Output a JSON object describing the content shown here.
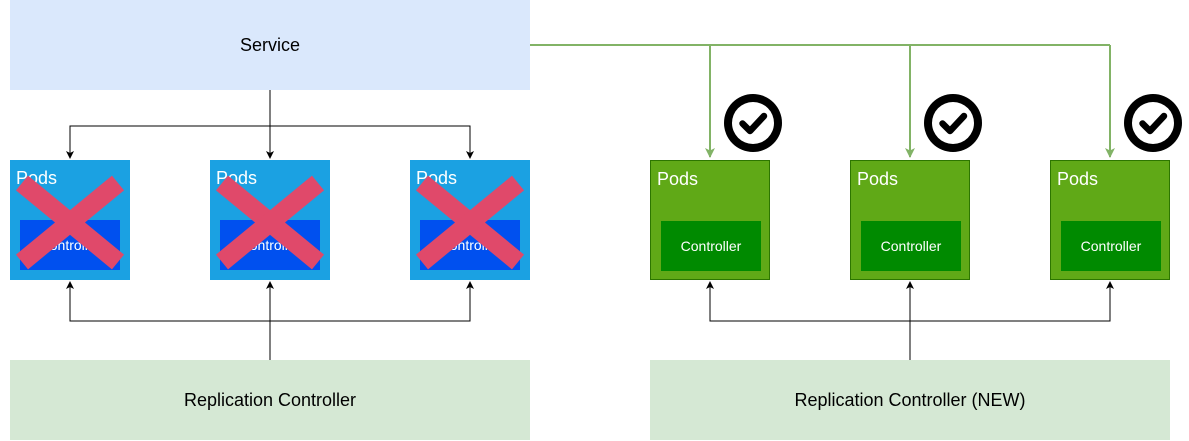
{
  "service": {
    "label": "Service"
  },
  "old_pods": [
    {
      "label": "Pods",
      "controller": "Controller"
    },
    {
      "label": "Pods",
      "controller": "Controller"
    },
    {
      "label": "Pods",
      "controller": "Controller"
    }
  ],
  "new_pods": [
    {
      "label": "Pods",
      "controller": "Controller"
    },
    {
      "label": "Pods",
      "controller": "Controller"
    },
    {
      "label": "Pods",
      "controller": "Controller"
    }
  ],
  "replication_controller": {
    "label": "Replication Controller"
  },
  "replication_controller_new": {
    "label": "Replication Controller (NEW)"
  },
  "colors": {
    "service_fill": "#dae8fc",
    "rc_fill": "#d5e8d4",
    "old_pod_fill": "#1ba1e2",
    "old_controller_fill": "#0050ef",
    "new_pod_fill": "#60a917",
    "new_controller_fill": "#008a00",
    "cross_color": "#e0496a",
    "new_link_color": "#82b366"
  },
  "icons": {
    "removed": "cross-icon",
    "healthy": "check-circle-icon"
  }
}
